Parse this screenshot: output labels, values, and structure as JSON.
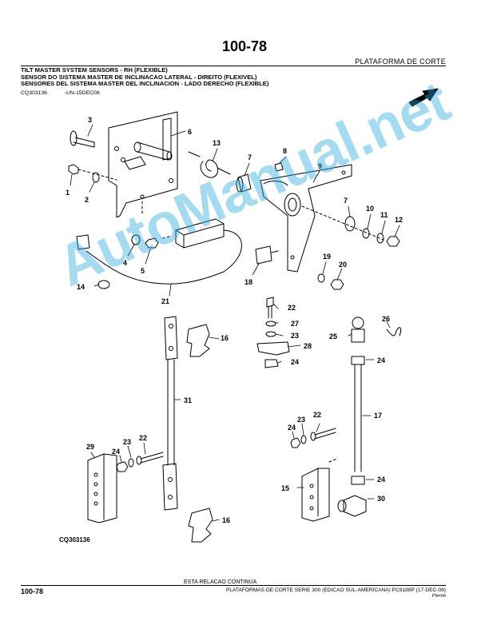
{
  "header": {
    "page_number": "100-78",
    "section": "PLATAFORMA DE CORTE"
  },
  "titles": [
    "TILT MASTER SYSTEM SENSORS - RH (FLEXIBLE)",
    "SENSOR DO SISTEMA MASTER DE INCLINACAO LATERAL - DIREITO (FLEXIVEL)",
    "SENSORES DEL SISTEMA MASTER DEL INCLINACION - LADO DERECHO (FLEXIBLE)"
  ],
  "reference": {
    "code": "CQ303136",
    "date_code": "-UN-15DEC08"
  },
  "figure_label": "CQ303136",
  "watermark": "AutoManual.net",
  "callouts": {
    "c1": "1",
    "c2": "2",
    "c3": "3",
    "c4": "4",
    "c5": "5",
    "c6": "6",
    "c7a": "7",
    "c7b": "7",
    "c8": "8",
    "c9": "9",
    "c10": "10",
    "c11": "11",
    "c12": "12",
    "c13": "13",
    "c14": "14",
    "c15": "15",
    "c16a": "16",
    "c16b": "16",
    "c17": "17",
    "c18": "18",
    "c19": "19",
    "c20": "20",
    "c21": "21",
    "c22a": "22",
    "c22b": "22",
    "c22c": "22",
    "c23a": "23",
    "c23b": "23",
    "c23c": "23",
    "c24a": "24",
    "c24b": "24",
    "c24c": "24",
    "c24d": "24",
    "c24e": "24",
    "c25": "25",
    "c26": "26",
    "c27": "27",
    "c28": "28",
    "c29": "29",
    "c30": "30",
    "c31": "31"
  },
  "footer": {
    "continues": "ESTA RELACAO CONTINUA",
    "page_number": "100-78",
    "catalog": "PLATAFORMAS DE CORTE SERIE 300 (EDICAO SUL-AMERICANA)   PC9188P    (17-DEC-08)",
    "pn": "PN=94"
  }
}
